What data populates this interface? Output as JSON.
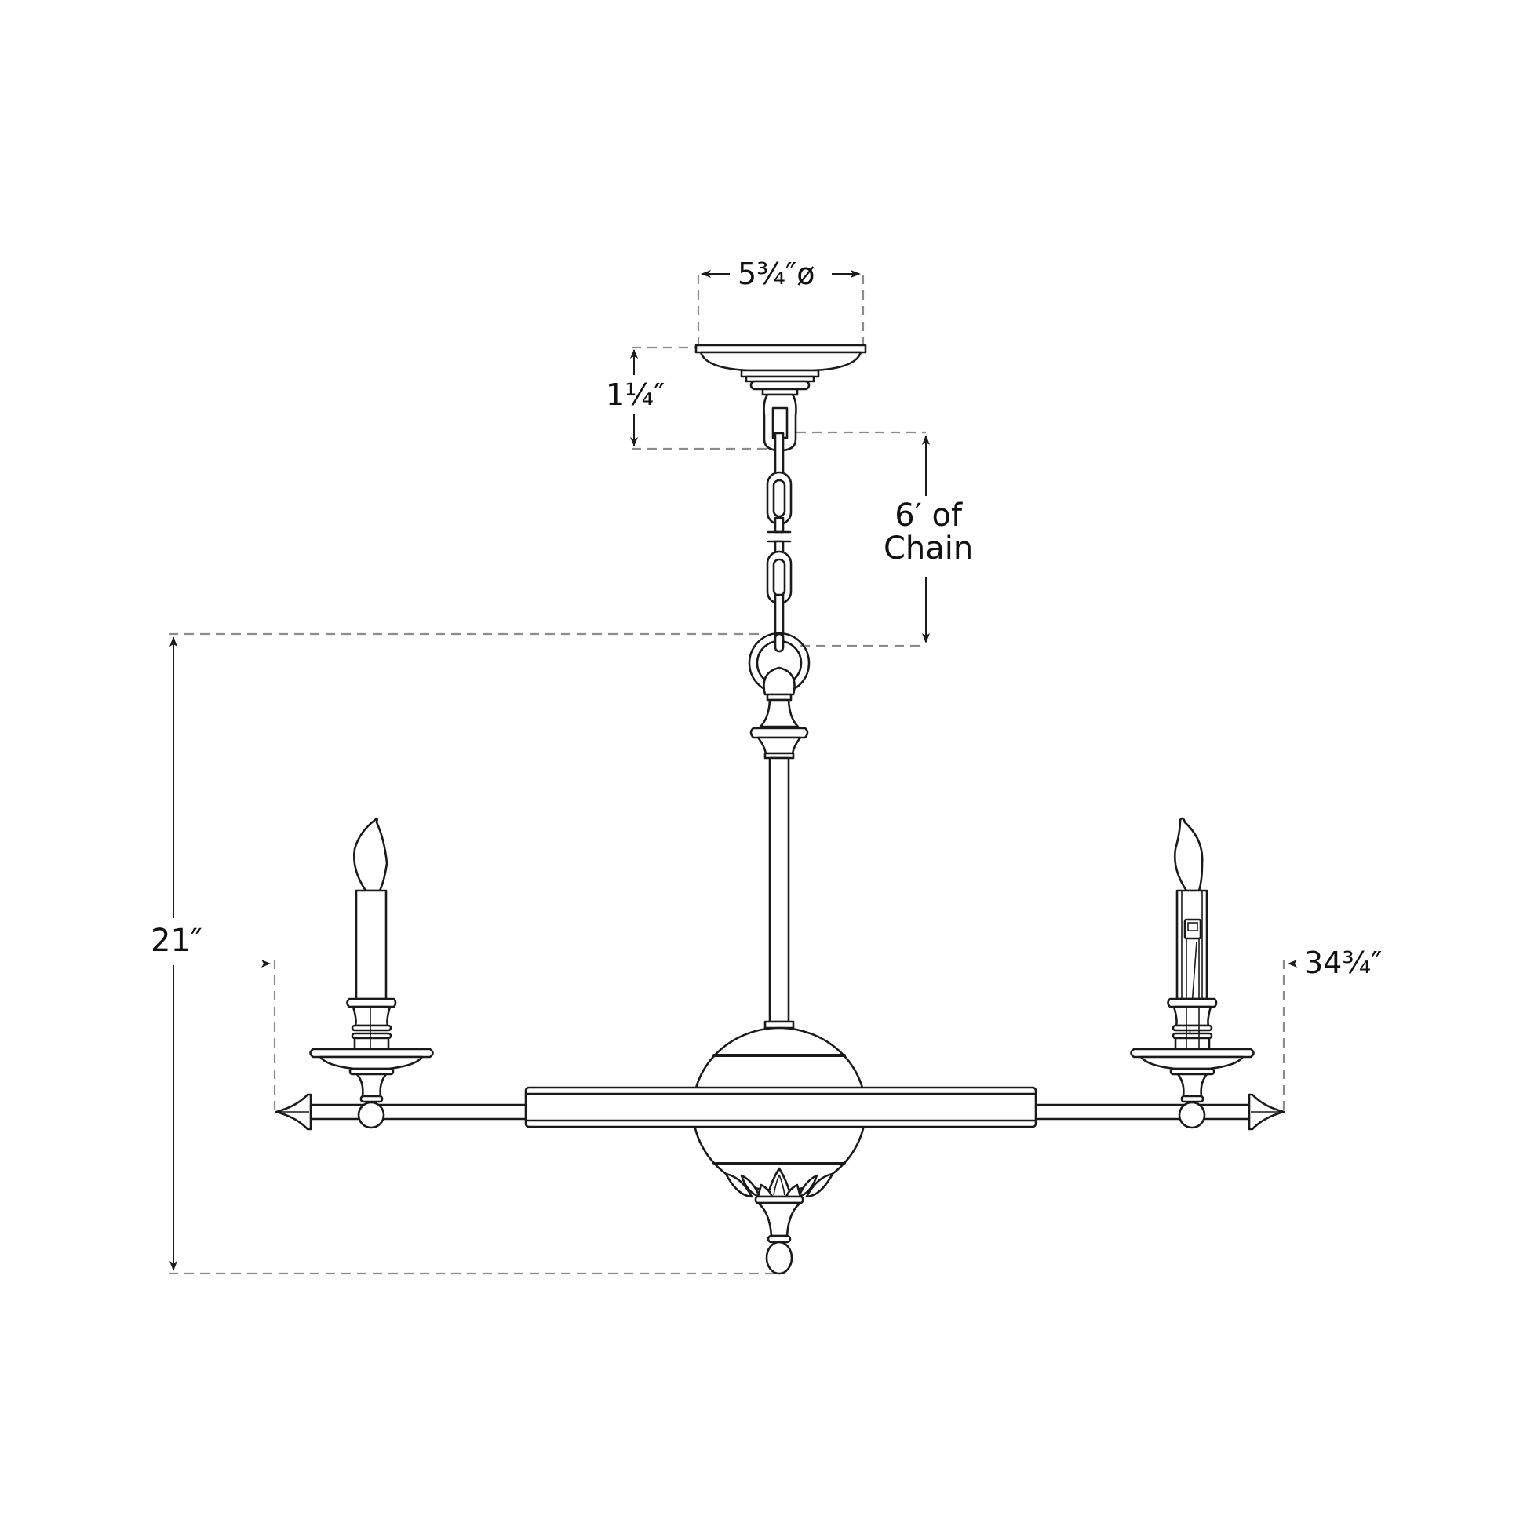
{
  "diagram": {
    "type": "product-dimension-drawing",
    "subject": "chandelier",
    "line_color": "#1a1a1a",
    "dimension_line_color": "#8c8c8c",
    "background": "#ffffff"
  },
  "dimensions": {
    "canopy_diameter": "5¾″ø",
    "canopy_height": "1¼″",
    "chain_length_line1": "6′ of",
    "chain_length_line2": "Chain",
    "overall_height": "21″",
    "overall_width": "34¾″"
  },
  "components": [
    {
      "name": "canopy",
      "label": "canopy"
    },
    {
      "name": "chain",
      "label": "chain"
    },
    {
      "name": "loop",
      "label": "loop"
    },
    {
      "name": "stem",
      "label": "stem"
    },
    {
      "name": "body-sphere",
      "label": "sphere"
    },
    {
      "name": "arm-bar",
      "label": "arm"
    },
    {
      "name": "candle-left",
      "label": "candle"
    },
    {
      "name": "candle-right",
      "label": "candle"
    },
    {
      "name": "bottom-finial",
      "label": "finial"
    }
  ]
}
